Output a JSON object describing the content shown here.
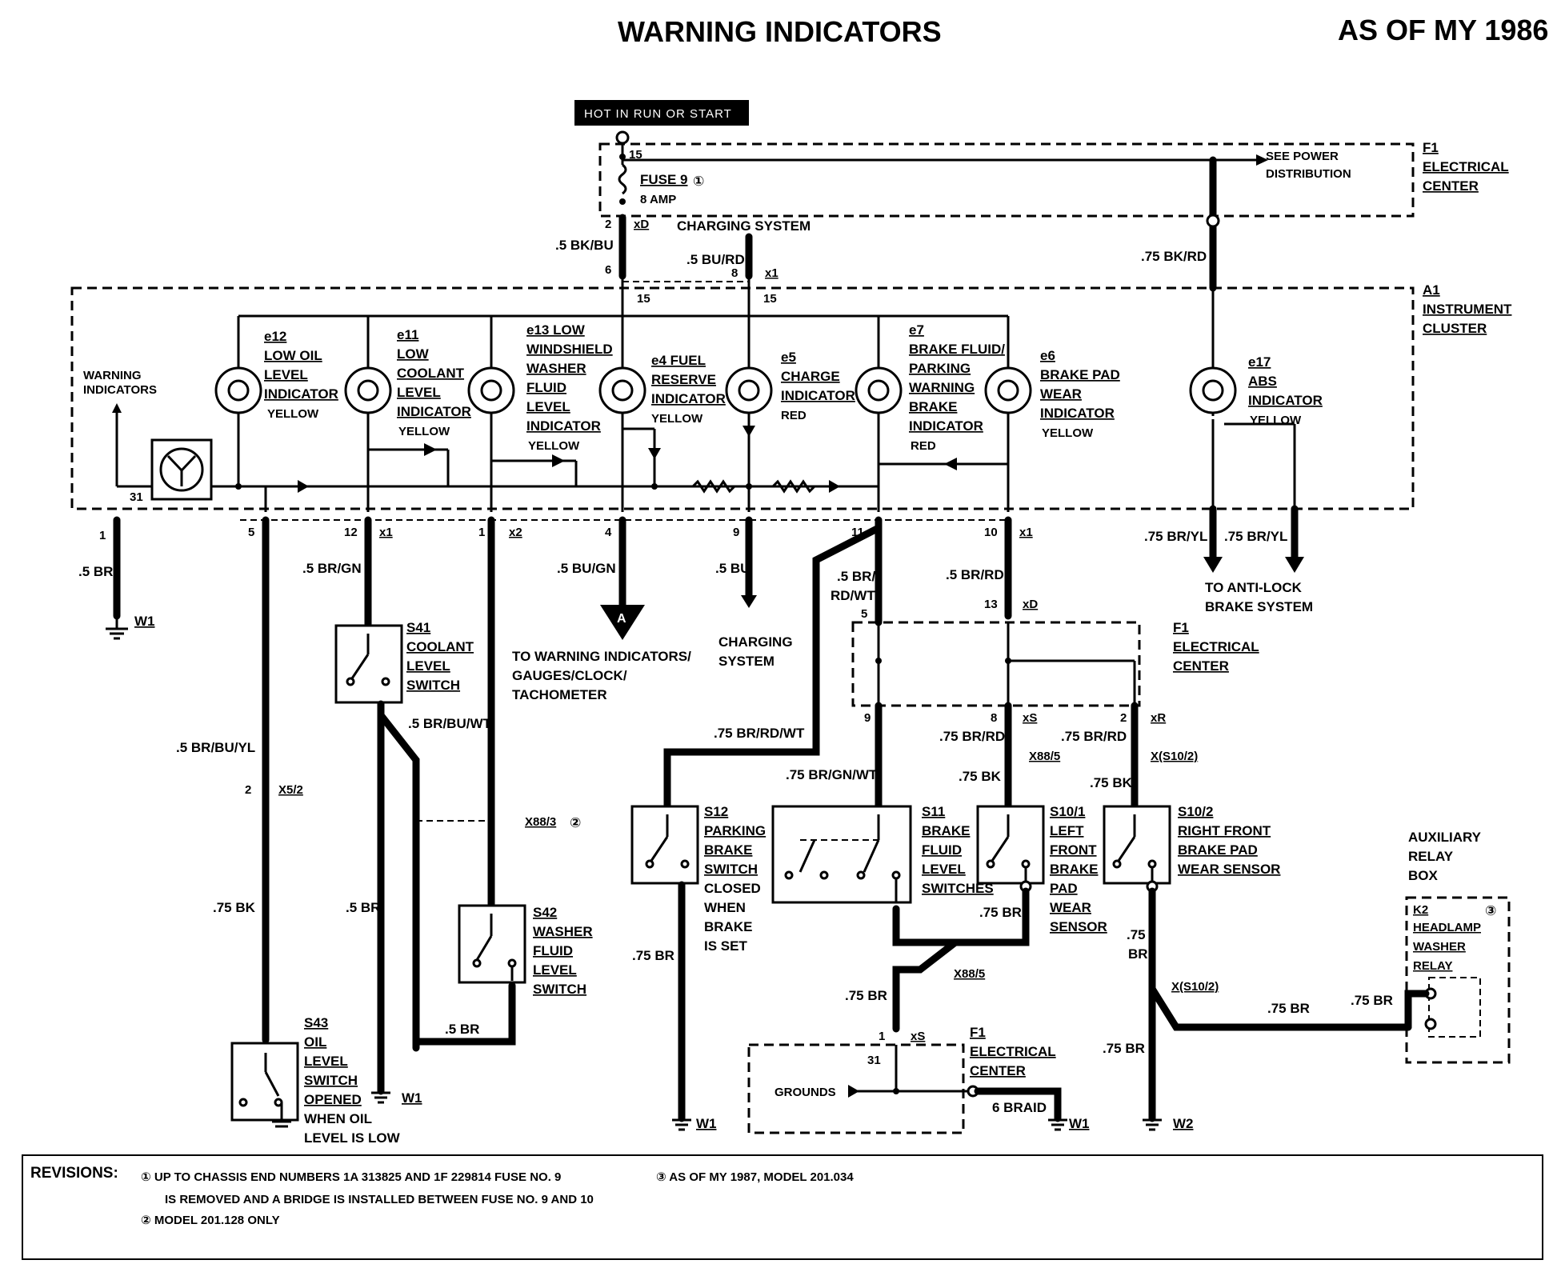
{
  "title": "WARNING INDICATORS",
  "model_year": "AS OF MY 1986",
  "hot_label": "HOT IN RUN OR START",
  "fuse": {
    "name": "FUSE 9",
    "rating": "8 AMP",
    "terminal": "15",
    "note": "①"
  },
  "see_power": [
    "SEE POWER",
    "DISTRIBUTION"
  ],
  "f1_top": [
    "F1",
    "ELECTRICAL",
    "CENTER"
  ],
  "a1": [
    "A1",
    "INSTRUMENT",
    "CLUSTER"
  ],
  "charging_top": "CHARGING SYSTEM",
  "warning_indicators": [
    "WARNING",
    "INDICATORS"
  ],
  "indicators": [
    {
      "id": "e12",
      "lines": [
        "LOW OIL",
        "LEVEL",
        "INDICATOR"
      ],
      "color": "YELLOW"
    },
    {
      "id": "e11",
      "lines": [
        "LOW",
        "COOLANT",
        "LEVEL",
        "INDICATOR"
      ],
      "color": "YELLOW"
    },
    {
      "id": "e13 LOW",
      "lines": [
        "WINDSHIELD",
        "WASHER",
        "FLUID",
        "LEVEL",
        "INDICATOR"
      ],
      "color": "YELLOW"
    },
    {
      "id": "e4 FUEL",
      "lines": [
        "RESERVE",
        "INDICATOR"
      ],
      "color": "YELLOW"
    },
    {
      "id": "e5",
      "lines": [
        "CHARGE",
        "INDICATOR"
      ],
      "color": "RED"
    },
    {
      "id": "e7",
      "lines": [
        "BRAKE FLUID/",
        "PARKING",
        "WARNING",
        "BRAKE",
        "INDICATOR"
      ],
      "color": "RED"
    },
    {
      "id": "e6",
      "lines": [
        "BRAKE PAD",
        "WEAR",
        "INDICATOR"
      ],
      "color": "YELLOW"
    },
    {
      "id": "e17",
      "lines": [
        "ABS",
        "INDICATOR"
      ],
      "color": "YELLOW"
    }
  ],
  "wires": {
    "w_05bkbu": ".5 BK/BU",
    "w_05burd": ".5 BU/RD",
    "w_075bkrd": ".75 BK/RD",
    "w_05br": ".5 BR",
    "w_05brgn": ".5 BR/GN",
    "w_05bugn": ".5 BU/GN",
    "w_05bu": ".5 BU",
    "w_05brrdwt": ".5 BR/",
    "w_05brrdwt2": "RD/WT",
    "w_05brrd": ".5 BR/RD",
    "w_075bryl": ".75 BR/YL",
    "w_05brbuyl": ".5 BR/BU/YL",
    "w_05brbuwt": ".5 BR/BU/WT",
    "w_075bk": ".75 BK",
    "w_075brrdwt": ".75 BR/RD/WT",
    "w_075brgnwt": ".75 BR/GN/WT",
    "w_075brrd": ".75 BR/RD",
    "w_075br": ".75 BR",
    "w_075": ".75",
    "w_br": "BR",
    "braid": "6 BRAID"
  },
  "connectors": {
    "xD": "xD",
    "x1": "x1",
    "x2": "x2",
    "xS": "xS",
    "xR": "xR",
    "x52": "X5/2",
    "x883": "X88/3",
    "x885": "X88/5",
    "xs102": "X(S10/2)",
    "x15": "15",
    "x31": "31"
  },
  "pins": [
    "1",
    "5",
    "12",
    "1",
    "4",
    "9",
    "11",
    "10",
    "2",
    "6",
    "8",
    "13",
    "5",
    "9",
    "8",
    "2",
    "2",
    "1",
    "31"
  ],
  "grounds": {
    "w1": "W1",
    "w2": "W2"
  },
  "to_warning": [
    "TO WARNING INDICATORS/",
    "GAUGES/CLOCK/",
    "TACHOMETER"
  ],
  "charging_system": [
    "CHARGING",
    "SYSTEM"
  ],
  "anti_lock": [
    "TO ANTI-LOCK",
    "BRAKE SYSTEM"
  ],
  "f1_mid": [
    "F1",
    "ELECTRICAL",
    "CENTER"
  ],
  "f1_bottom": [
    "F1",
    "ELECTRICAL",
    "CENTER"
  ],
  "grounds_label": "GROUNDS",
  "switches": {
    "s41": [
      "S41",
      "COOLANT",
      "LEVEL",
      "SWITCH"
    ],
    "s42": [
      "S42",
      "WASHER",
      "FLUID",
      "LEVEL",
      "SWITCH"
    ],
    "s43": [
      "S43",
      "OIL",
      "LEVEL",
      "SWITCH",
      "OPENED",
      "WHEN OIL",
      "LEVEL IS LOW"
    ],
    "s12": [
      "S12",
      "PARKING",
      "BRAKE",
      "SWITCH",
      "CLOSED",
      "WHEN",
      "BRAKE",
      "IS SET"
    ],
    "s11": [
      "S11",
      "BRAKE",
      "FLUID",
      "LEVEL",
      "SWITCHES"
    ],
    "s101": [
      "S10/1",
      "LEFT",
      "FRONT",
      "BRAKE",
      "PAD",
      "WEAR",
      "SENSOR"
    ],
    "s102": [
      "S10/2",
      "RIGHT FRONT",
      "BRAKE PAD",
      "WEAR SENSOR"
    ]
  },
  "aux_relay": [
    "AUXILIARY",
    "RELAY",
    "BOX"
  ],
  "k2": [
    "K2",
    "HEADLAMP",
    "WASHER",
    "RELAY"
  ],
  "k2_note": "③",
  "revisions": {
    "label": "REVISIONS:",
    "r1a": "① UP TO CHASSIS END NUMBERS 1A 313825 AND 1F 229814 FUSE NO. 9",
    "r1b": "IS REMOVED AND A BRIDGE IS INSTALLED BETWEEN FUSE NO. 9 AND 10",
    "r2": "② MODEL 201.128 ONLY",
    "r3": "③ AS OF MY 1987, MODEL 201.034"
  }
}
